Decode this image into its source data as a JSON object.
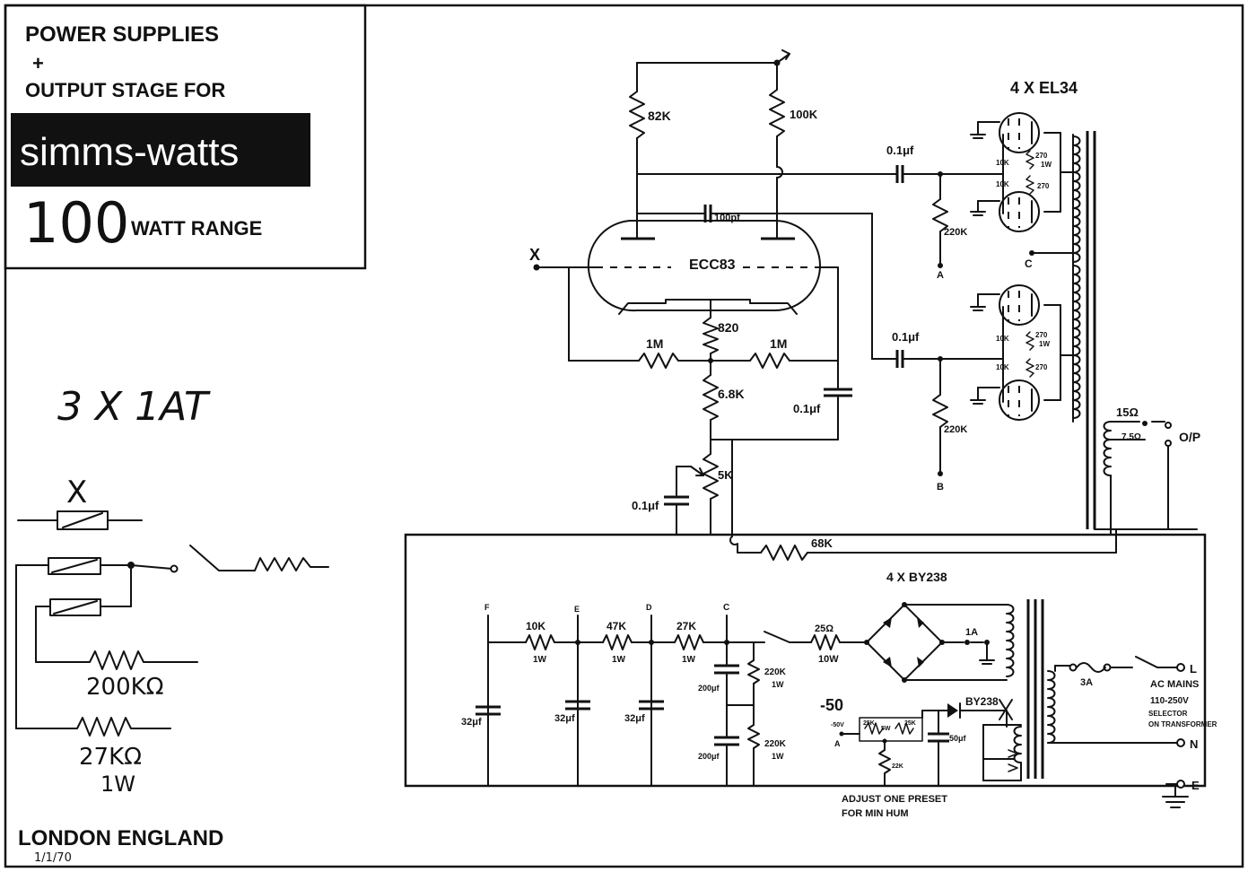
{
  "title_block": {
    "line1": "POWER SUPPLIES",
    "line2": "+",
    "line3": "OUTPUT STAGE FOR",
    "brand": "simms-watts",
    "range_number": "100",
    "range_text": "WATT RANGE"
  },
  "fuse_note": {
    "title": "3 X 1AT",
    "fuse_mark": "X",
    "r1": "200KΩ",
    "r2": "27KΩ",
    "r2_power": "1W"
  },
  "footer": {
    "location": "LONDON ENGLAND",
    "date": "1/1/70"
  },
  "preamp": {
    "input_label": "X",
    "tube": "ECC83",
    "r_82k": "82K",
    "r_100k": "100K",
    "c_100p": "100pf",
    "r_820": "820",
    "r_1m_left": "1M",
    "r_1m_right": "1M",
    "r_6k8": "6.8K",
    "c_0_1_right": "0.1μf",
    "pot_5k": "5K",
    "c_0_1_bottom": "0.1μf",
    "r_68k": "68K"
  },
  "output": {
    "tubes": "4 X EL34",
    "cap_top": "0.1μf",
    "cap_bottom": "0.1μf",
    "r_220k_top": "220K",
    "r_220k_bottom": "220K",
    "screen_10k": "10K",
    "screen_270": "270",
    "screen_1w": "1W",
    "node_a": "A",
    "node_b": "B",
    "node_c": "C",
    "tap_15": "15Ω",
    "tap_7_5": "7.5Ω",
    "output_label": "O/P"
  },
  "supply": {
    "nodes": [
      "F",
      "E",
      "D",
      "C"
    ],
    "r_10k": "10K",
    "r_47k": "47K",
    "r_27k": "27K",
    "r_power": "1W",
    "cap_32": "32μf",
    "cap_200": "200μf",
    "r_220k_1w": "220K",
    "r_25": "25Ω",
    "r_25_power": "10W",
    "bridge": "4 X BY238",
    "bridge_fuse": "1A",
    "bias_voltage": "-50",
    "bias_side": "-50V",
    "bias_node_a": "A",
    "preset_25k": "25K",
    "preset_5w": "5W",
    "preset_rb": "25K",
    "r_22k": "22K",
    "cap_50": "50μf",
    "diode_bias": "BY238",
    "adjust_note_1": "ADJUST ONE PRESET",
    "adjust_note_2": "FOR MIN HUM",
    "mains_fuse": "3A",
    "mains_l": "L",
    "mains_title": "AC MAINS",
    "mains_volts": "110-250V",
    "mains_sel_1": "SELECTOR",
    "mains_sel_2": "ON TRANSFORMER",
    "mains_n": "N",
    "mains_e": "E"
  }
}
